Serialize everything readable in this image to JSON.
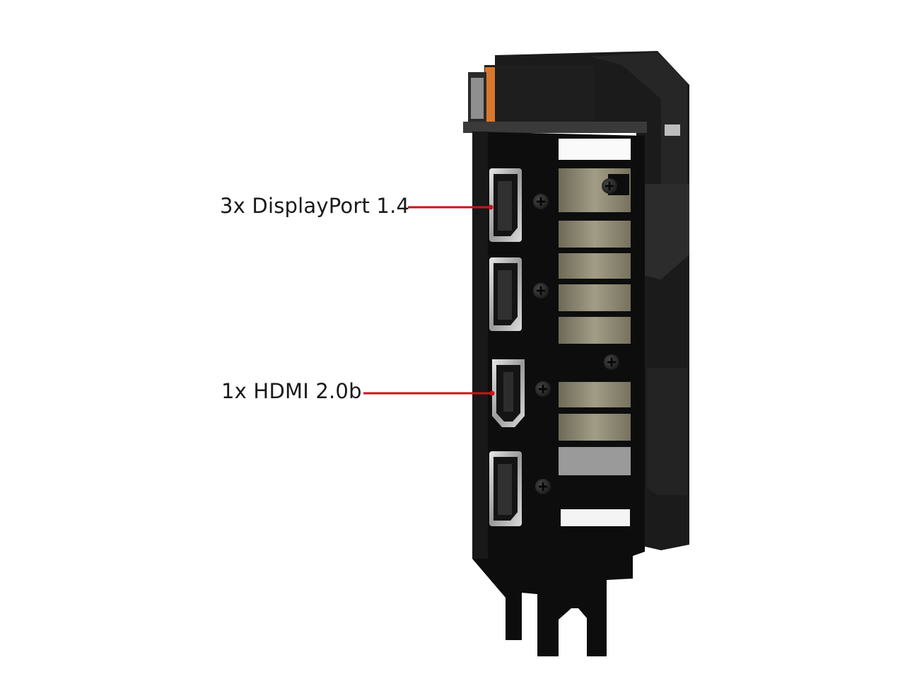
{
  "callouts": {
    "displayport": {
      "text": "3x DisplayPort 1.4"
    },
    "hdmi": {
      "text": "1x HDMI 2.0b"
    }
  },
  "colors": {
    "background": "#ffffff",
    "bracket": "#0c0c0c",
    "callout_line": "#c8151b",
    "heatsink": "#8a8672",
    "connector_metal": "#c9c9c9",
    "accent_orange": "#d9782a"
  },
  "icons": {
    "port_dp": "displayport-connector",
    "port_hdmi": "hdmi-connector",
    "screw": "phillips-screw"
  }
}
